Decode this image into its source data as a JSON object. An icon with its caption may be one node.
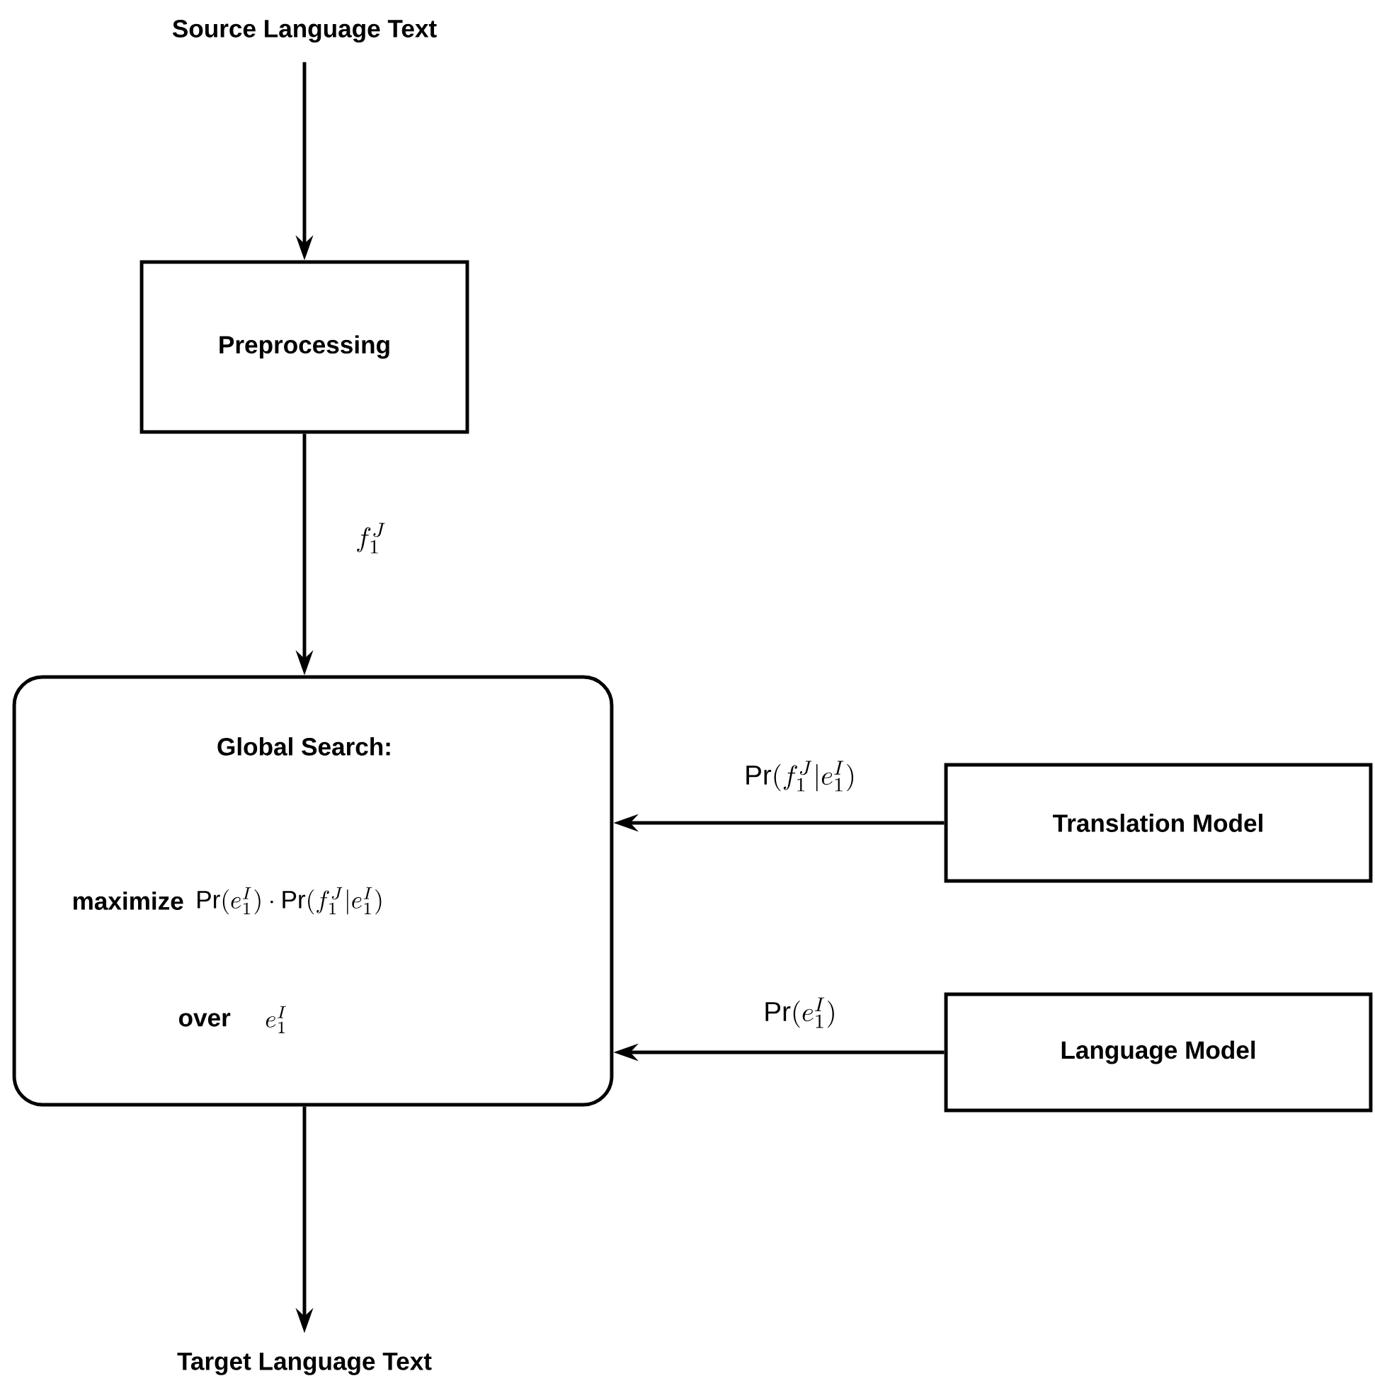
{
  "diagram": {
    "nodes": [
      {
        "text": [
          "Source Language Text"
        ]
      },
      {
        "text": [
          "Preprocessing"
        ]
      },
      {
        "text": [
          "Global Search:",
          "maximize",
          "\\mathrm{Pr}(e_1^I)\\cdot\\mathrm{Pr}(f_1^J|e_1^I)",
          "over",
          "e_1^I"
        ]
      },
      {
        "text": [
          "Translation Model"
        ]
      },
      {
        "text": [
          "Language Model"
        ]
      },
      {
        "text": [
          "Target Language Text"
        ]
      }
    ],
    "edges": [
      {
        "from": 0,
        "to": 1,
        "arrow": "to"
      },
      {
        "from": 1,
        "to": 2,
        "arrow": "to",
        "label": "f_1^J"
      },
      {
        "from": 3,
        "to": 2,
        "arrow": "to",
        "label": "\\mathrm{Pr}(f_1^J|e_1^I)"
      },
      {
        "from": 4,
        "to": 2,
        "arrow": "to",
        "label": "\\mathrm{Pr}(e_1^I)"
      },
      {
        "from": 2,
        "to": 5,
        "arrow": "to"
      }
    ]
  }
}
